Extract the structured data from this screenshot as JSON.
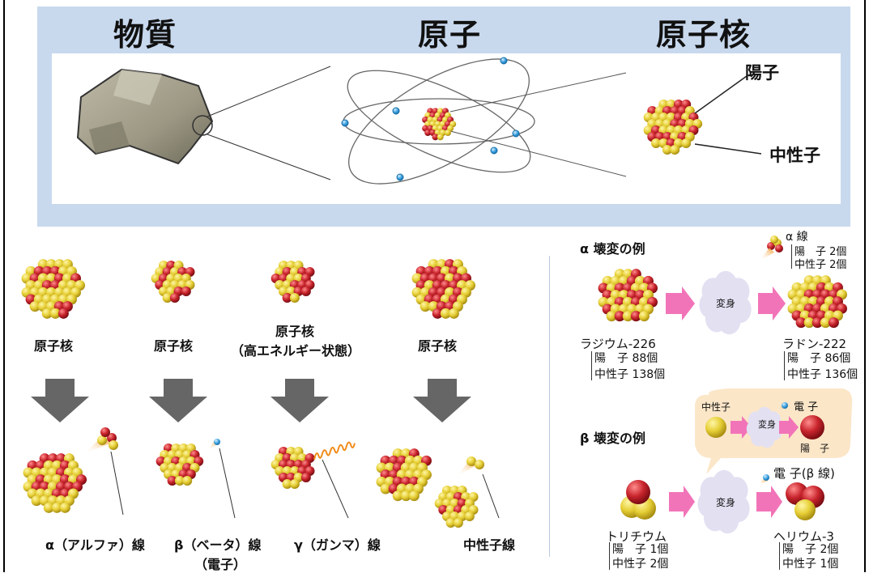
{
  "top": {
    "title_matter": "物質",
    "title_atom": "原子",
    "title_nucleus": "原子核",
    "proton_label": "陽子",
    "neutron_label": "中性子"
  },
  "decay_types": [
    {
      "top_label": "原子核",
      "top_sub": "",
      "ray_label": "α（アルファ）線",
      "ray_sub": ""
    },
    {
      "top_label": "原子核",
      "top_sub": "",
      "ray_label": "β（ベータ）線",
      "ray_sub": "（電子）"
    },
    {
      "top_label": "原子核",
      "top_sub": "（高エネルギー状態）",
      "ray_label": "γ（ガンマ）線",
      "ray_sub": ""
    },
    {
      "top_label": "原子核",
      "top_sub": "",
      "ray_label": "中性子線",
      "ray_sub": ""
    }
  ],
  "alpha_example": {
    "title": "α 壊変の例",
    "change_label": "変身",
    "ray_label": "α 線",
    "ray_items": [
      "陽　子 2個",
      "中性子 2個"
    ],
    "parent_name": "ラジウム-226",
    "parent_items": [
      "陽　子 88個",
      "中性子 138個"
    ],
    "daughter_name": "ラドン-222",
    "daughter_items": [
      "陽　子 86個",
      "中性子 136個"
    ]
  },
  "beta_example": {
    "title": "β 壊変の例",
    "bubble_neutron": "中性子",
    "bubble_change": "変身",
    "bubble_electron": "電 子",
    "bubble_proton": "陽　子",
    "change_label": "変身",
    "electron_ray": "電 子(β 線)",
    "parent_name": "トリチウム",
    "parent_items": [
      "陽　子 1個",
      "中性子 2個"
    ],
    "daughter_name": "ヘリウム-3",
    "daughter_items": [
      "陽　子 2個",
      "中性子 1個"
    ]
  },
  "colors": {
    "panel_bg": "#c8d9ee",
    "proton": "#c8242c",
    "neutron": "#e8d53a",
    "electron": "#3aa0e0",
    "arrow_gray": "#666666",
    "arrow_pink": "#f274b8",
    "bubble": "#fbe6c8",
    "cloud": "#e3e0f2"
  }
}
